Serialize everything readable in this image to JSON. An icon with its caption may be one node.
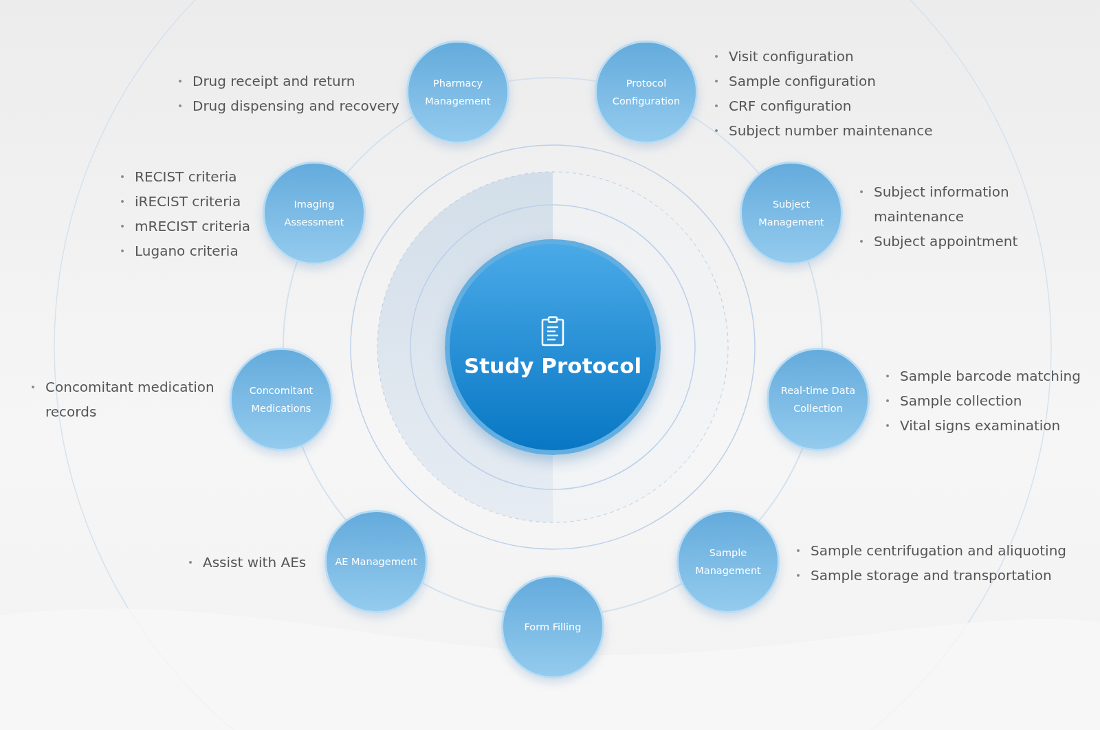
{
  "diagram": {
    "nodes": [
      {
        "text": [
          "Pharmacy Management"
        ],
        "beside": [
          "Drug receipt and return",
          "Drug dispensing and recovery"
        ]
      },
      {
        "text": [
          "Protocol Configuration"
        ],
        "beside": [
          "Visit configuration",
          "Sample configuration",
          "CRF configuration",
          "Subject number maintenance"
        ]
      },
      {
        "text": [
          "Imaging Assessment"
        ],
        "beside": [
          "RECIST criteria",
          "iRECIST criteria",
          "mRECIST criteria",
          "Lugano criteria"
        ]
      },
      {
        "text": [
          "Subject Management"
        ],
        "beside": [
          "Subject information maintenance",
          "Subject appointment"
        ]
      },
      {
        "text": [
          "Study Protocol"
        ]
      },
      {
        "text": [
          "Concomitant Medications"
        ],
        "beside": [
          "Concomitant medication records"
        ]
      },
      {
        "text": [
          "Real-time Data Collection"
        ],
        "beside": [
          "Sample barcode matching",
          "Sample collection",
          "Vital signs examination"
        ]
      },
      {
        "text": [
          "AE Management"
        ],
        "beside": [
          "Assist with AEs"
        ]
      },
      {
        "text": [
          "Sample Management"
        ],
        "beside": [
          "Sample centrifugation and aliquoting",
          "Sample storage and transportation"
        ]
      },
      {
        "text": [
          "Form Filling"
        ]
      }
    ]
  }
}
